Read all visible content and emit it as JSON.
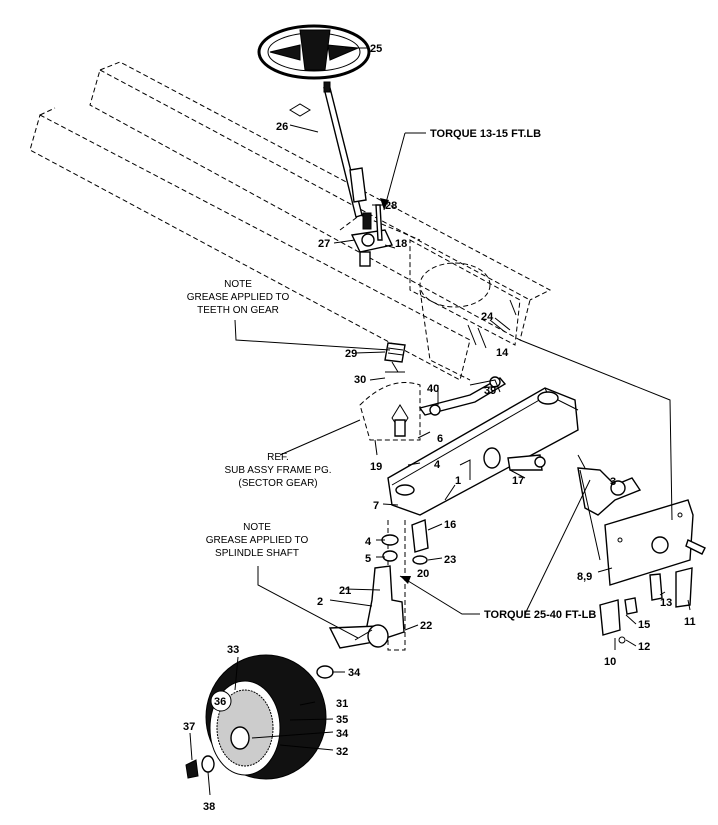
{
  "notes": {
    "torque_top": "TORQUE 13-15 FT.LB",
    "torque_bottom": "TORQUE 25-40 FT-LB",
    "grease_gear": [
      "NOTE",
      "GREASE APPLIED TO",
      "TEETH ON GEAR"
    ],
    "grease_spindle": [
      "NOTE",
      "GREASE APPLIED TO",
      "SPLINDLE SHAFT"
    ],
    "ref_frame": [
      "REF.",
      "SUB ASSY FRAME PG.",
      "(SECTOR GEAR)"
    ]
  },
  "part_numbers": {
    "p1": "1",
    "p2": "2",
    "p3": "3",
    "p4a": "4",
    "p4b": "4",
    "p5": "5",
    "p6": "6",
    "p7": "7",
    "p89": "8,9",
    "p10": "10",
    "p11": "11",
    "p12": "12",
    "p13": "13",
    "p14": "14",
    "p15": "15",
    "p16": "16",
    "p17": "17",
    "p18": "18",
    "p19": "19",
    "p20": "20",
    "p21": "21",
    "p22": "22",
    "p23": "23",
    "p24": "24",
    "p25": "25",
    "p26": "26",
    "p27": "27",
    "p28": "28",
    "p29": "29",
    "p30": "30",
    "p31": "31",
    "p32": "32",
    "p33": "33",
    "p34a": "34",
    "p34b": "34",
    "p35": "35",
    "p36": "36",
    "p37": "37",
    "p38": "38",
    "p39": "39",
    "p40": "40"
  }
}
